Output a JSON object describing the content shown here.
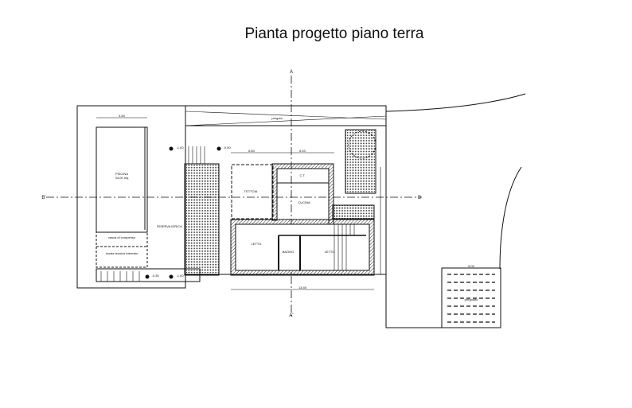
{
  "title": "Pianta progetto piano terra",
  "section_marks": {
    "a_top": "A",
    "a_bottom": "A'",
    "b_left": "B'",
    "b_right": "B"
  },
  "rooms": {
    "piscina": "PISCINA",
    "piscina_area": "43.00 mq",
    "vasca": "vasca di compenso",
    "locale_tecnico": "locale tecnico interrato",
    "riserva": "RISERVA IDRICA",
    "tettoia": "TETTOIA",
    "ct": "C.T.",
    "cucina": "CUCINA",
    "letto1": "LETTO",
    "bagno": "BAGNO",
    "letto2": "LETTO",
    "pergola_top": "pergola",
    "pergolato": "pergolato"
  },
  "levels": {
    "l1": "-1.00",
    "l2": "-0.90",
    "l3": "-1.00",
    "l4": "-0.35"
  },
  "dimensions": {
    "d_piscina_w": "4.50",
    "d_tettoia": "6.60",
    "d_cucina": "6.40",
    "d_total": "13.40",
    "d_pergolato": "5.00"
  }
}
